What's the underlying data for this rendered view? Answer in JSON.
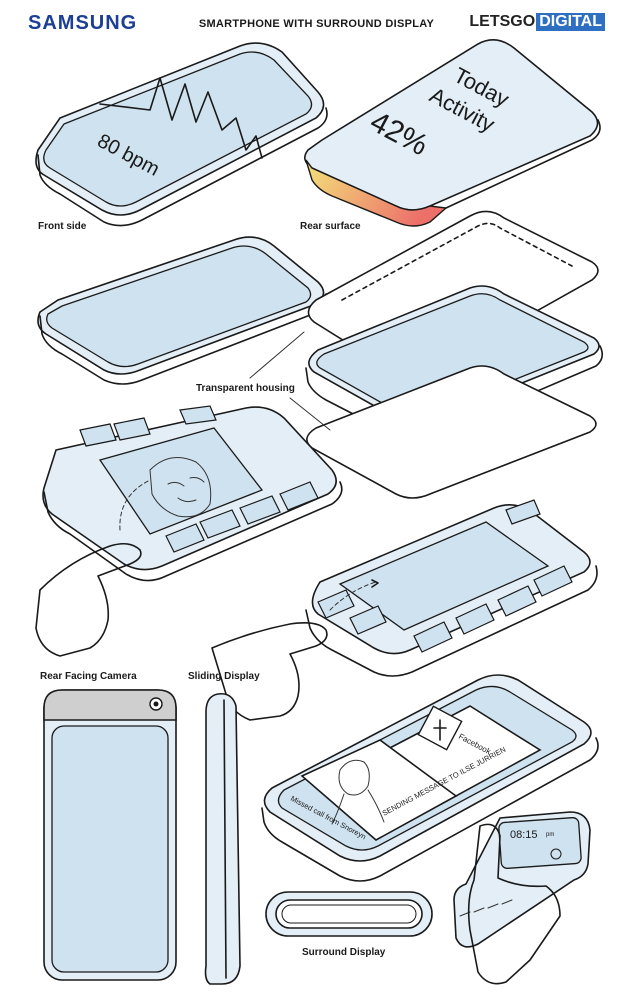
{
  "header": {
    "brand": "SAMSUNG",
    "title": "SMARTPHONE WITH SURROUND DISPLAY",
    "logo_left": "LETSGO",
    "logo_right": "DIGITAL"
  },
  "labels": {
    "front_side": "Front side",
    "rear_surface": "Rear surface",
    "transparent_housing": "Transparent housing",
    "rear_facing_camera": "Rear Facing Camera",
    "sliding_display": "Sliding Display",
    "surround_display": "Surround Display"
  },
  "screen_text": {
    "bpm": "80 bpm",
    "today": "Today",
    "activity": "Activity",
    "percent": "42%",
    "facebook": "Facebook",
    "message": "SENDING MESSAGE TO ILSE JURRIEN",
    "missed_call": "Missed call from Snoreyn",
    "clock": "08:15",
    "clock_suffix": "pm"
  },
  "colors": {
    "brand_blue": "#1c3f95",
    "logo_blue": "#2e6fc1",
    "screen_blue": "#cfe2ef",
    "body_blue": "#e3eef6",
    "activity_yellow": "#f3e27a",
    "activity_red": "#ec6f6a"
  }
}
